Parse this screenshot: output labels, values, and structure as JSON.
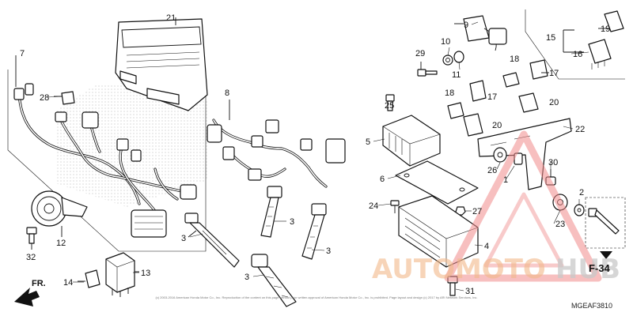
{
  "callouts": [
    "1",
    "2",
    "3",
    "3",
    "3",
    "3",
    "4",
    "5",
    "6",
    "7",
    "8",
    "9",
    "10",
    "11",
    "12",
    "13",
    "14",
    "15",
    "16",
    "17",
    "17",
    "18",
    "18",
    "19",
    "20",
    "20",
    "21",
    "22",
    "23",
    "24",
    "25",
    "26",
    "27",
    "28",
    "29",
    "30",
    "31",
    "32"
  ],
  "diagram_code": "MGEAF3810",
  "ref_label": "F-34",
  "direction_label": "FR.",
  "watermark": {
    "left": "AUTOMOTO",
    "right": "HUB",
    "color": "#f08a8a",
    "accent": "#f2b98a"
  },
  "copyright": "(c) 2003-2016 American Honda Motor Co., Inc. Reproduction of the content on this page without prior written approval of American Honda Motor Co., Inc. is prohibited. Page layout and design (c) 2017 by ARI Network Services, Inc."
}
